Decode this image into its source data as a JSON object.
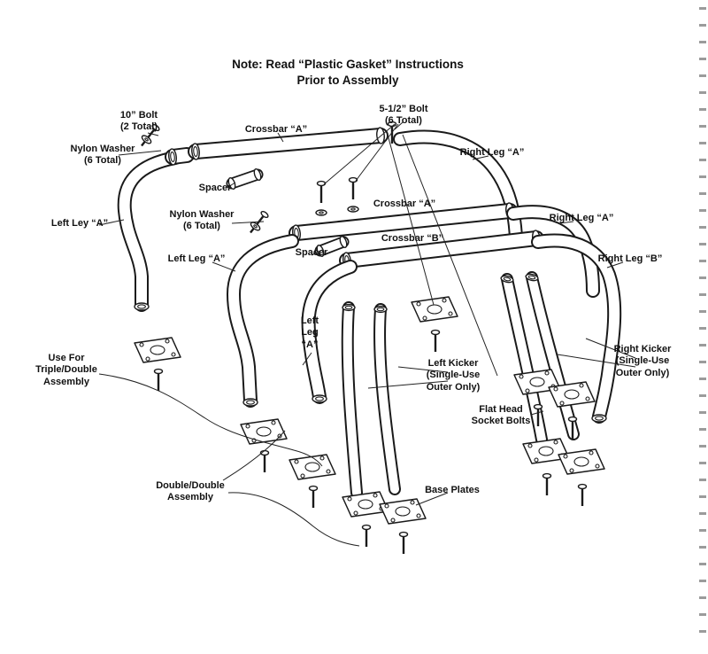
{
  "note": {
    "text": "Note: Read “Plastic Gasket” Instructions\nPrior to Assembly"
  },
  "labels": {
    "bolt_10": "10” Bolt\n(2 Total)",
    "bolt_5_5": "5-1/2” Bolt\n(6 Total)",
    "nylon_washer_1": "Nylon Washer\n(6 Total)",
    "crossbar_a_1": "Crossbar “A”",
    "right_leg_a_1": "Right Leg “A”",
    "spacer_1": "Spacer",
    "left_ley_a": "Left Ley “A”",
    "nylon_washer_2": "Nylon Washer\n(6 Total)",
    "crossbar_a_2": "Crossbar “A”",
    "right_leg_a_2": "Right Leg “A”",
    "crossbar_b": "Crossbar “B”",
    "spacer_2": "Spacer",
    "right_leg_b": "Right Leg “B”",
    "left_leg_a_2": "Left Leg “A”",
    "left_leg_a_3": "Left\nLeg\n“A”",
    "use_for": "Use For\nTriple/Double\nAssembly",
    "left_kicker": "Left Kicker\n(Single-Use\nOuter Only)",
    "right_kicker": "Right Kicker\n(Single-Use\nOuter Only)",
    "flat_head": "Flat Head\nSocket Bolts",
    "double_double": "Double/Double\nAssembly",
    "base_plates": "Base Plates"
  },
  "colors": {
    "line": "#1a1a1a",
    "background": "#ffffff"
  }
}
